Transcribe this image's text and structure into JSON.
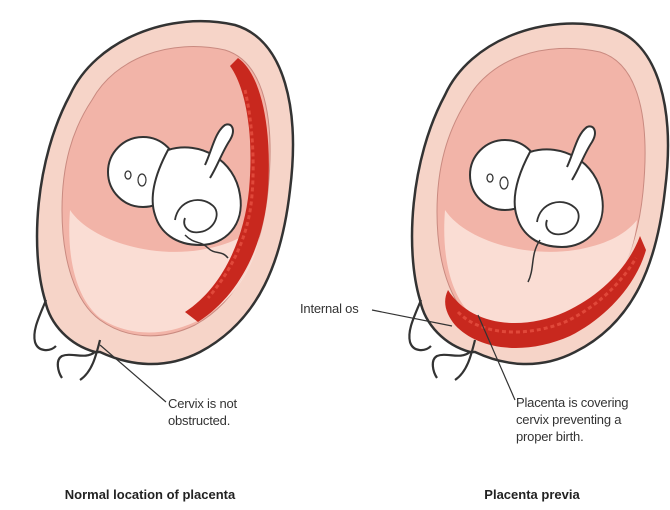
{
  "labels": {
    "cervix_not_obstructed": "Cervix is not\nobstructed.",
    "internal_os": "Internal os",
    "placenta_covering": "Placenta is covering\ncervix preventing a\nproper birth."
  },
  "captions": {
    "left": "Normal location of placenta",
    "right": "Placenta previa"
  },
  "colors": {
    "uterus_wall": "#f6d4c8",
    "uterus_cavity": "#f2b4a8",
    "amniotic_fluid": "#fbe4dc",
    "placenta": "#c8281e",
    "placenta_highlight": "#e0483a",
    "outline": "#333333",
    "fetus": "#ffffff"
  }
}
